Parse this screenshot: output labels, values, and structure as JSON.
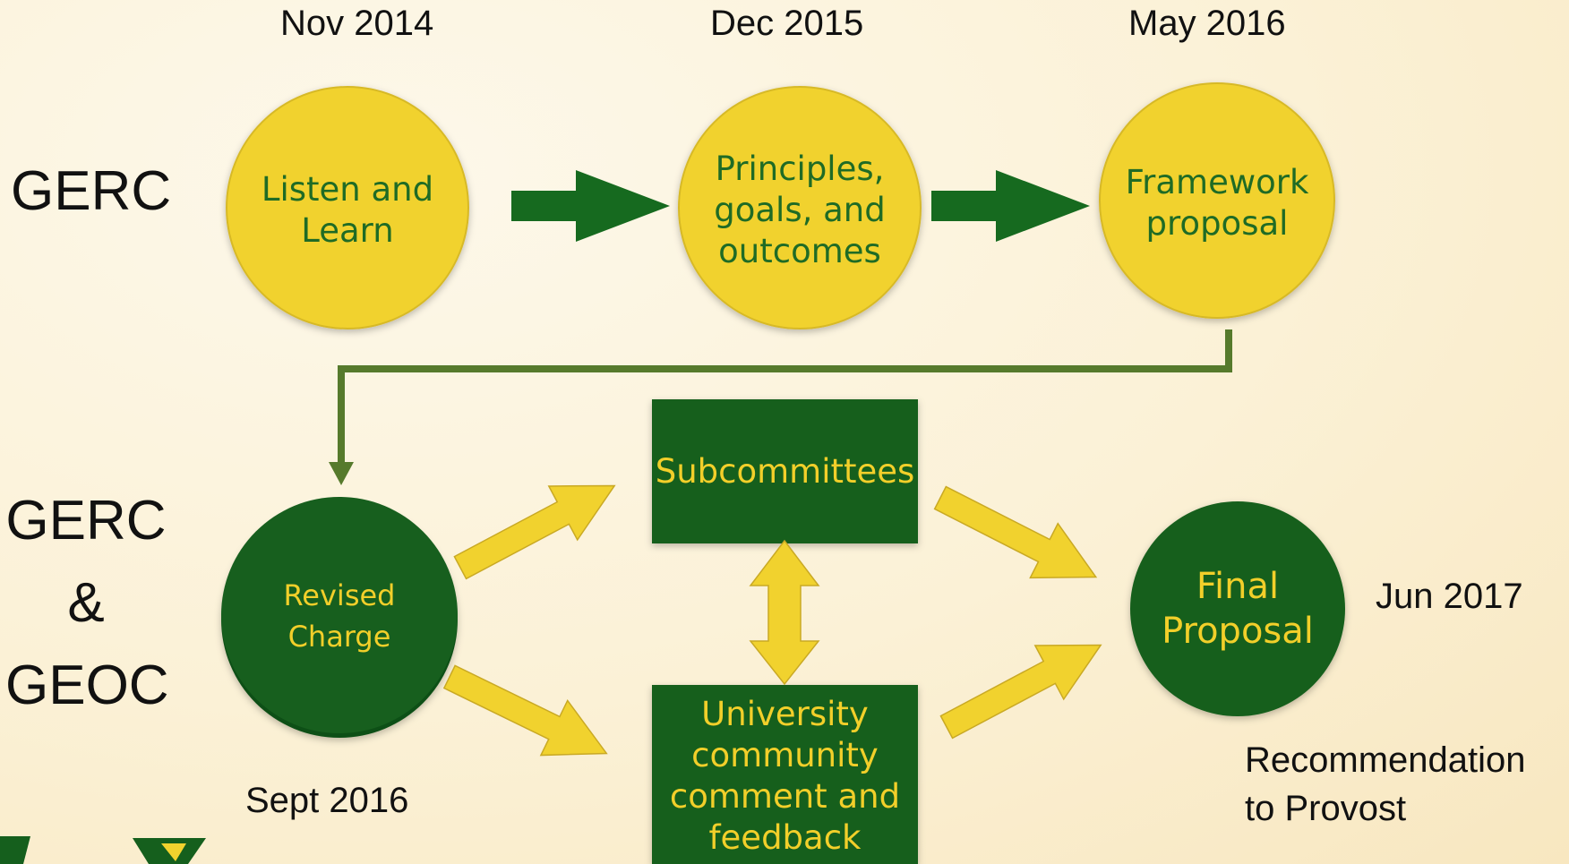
{
  "colors": {
    "yellow": "#f1d22e",
    "green_dark": "#155f1d",
    "green_line": "#567a2c",
    "text_green": "#1f6b25",
    "text_yellow": "#f2cf2a"
  },
  "timeline": {
    "dates": [
      "Nov 2014",
      "Dec 2015",
      "May 2016"
    ],
    "sept_date": "Sept 2016",
    "jun_date": "Jun 2017"
  },
  "row_labels": {
    "top": "GERC",
    "bottom_line1": "GERC",
    "bottom_line2": "&",
    "bottom_line3": "GEOC"
  },
  "stages": {
    "listen": [
      "Listen and",
      "Learn"
    ],
    "principles": [
      "Principles,",
      "goals, and",
      "outcomes"
    ],
    "framework": [
      "Framework",
      "proposal"
    ],
    "revised": [
      "Revised",
      "Charge"
    ],
    "subcommittees": "Subcommittees",
    "community": [
      "University",
      "community",
      "comment and",
      "feedback"
    ],
    "final": [
      "Final",
      "Proposal"
    ]
  },
  "recommendation": [
    "Recommendation",
    "to Provost"
  ]
}
